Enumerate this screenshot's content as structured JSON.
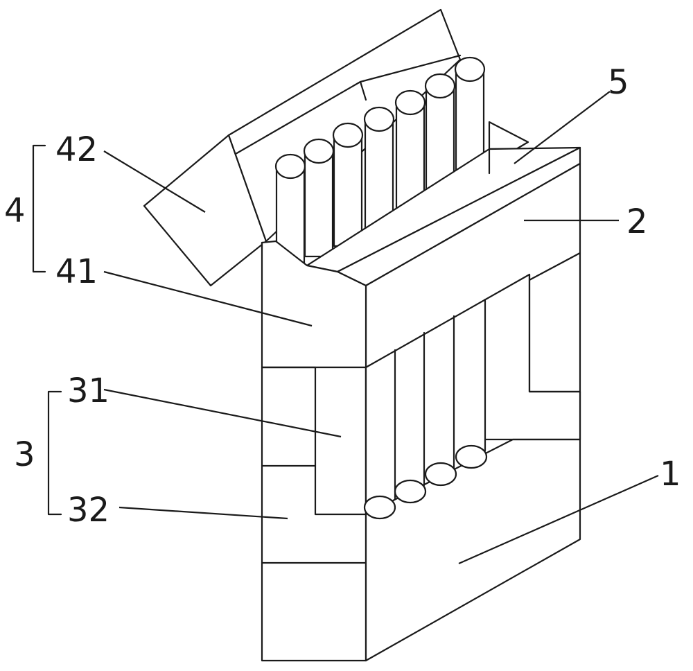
{
  "labels": {
    "l1": "1",
    "l2": "2",
    "l3": "3",
    "l31": "31",
    "l32": "32",
    "l4": "4",
    "l41": "41",
    "l42": "42",
    "l5": "5"
  }
}
